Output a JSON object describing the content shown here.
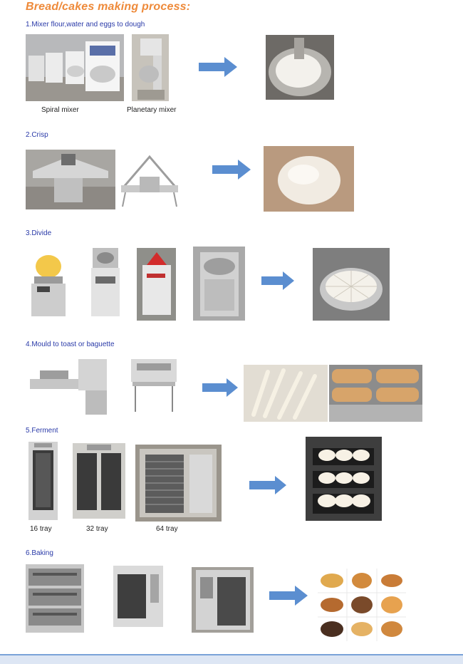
{
  "title": "Bread/cakes making process:",
  "steps": [
    {
      "heading": "1.Mixer flour,water and eggs to dough",
      "captions": [
        "Spiral mixer",
        "Planetary mixer"
      ]
    },
    {
      "heading": "2.Crisp"
    },
    {
      "heading": "3.Divide"
    },
    {
      "heading": "4.Mould to toast or baguette"
    },
    {
      "heading": "5.Ferment",
      "captions": [
        "16 tray",
        "32 tray",
        "64 tray"
      ]
    },
    {
      "heading": "6.Baking"
    }
  ],
  "colors": {
    "title": "#ee8a3a",
    "heading": "#2a3aa8",
    "arrow": "#5b8ed0"
  }
}
